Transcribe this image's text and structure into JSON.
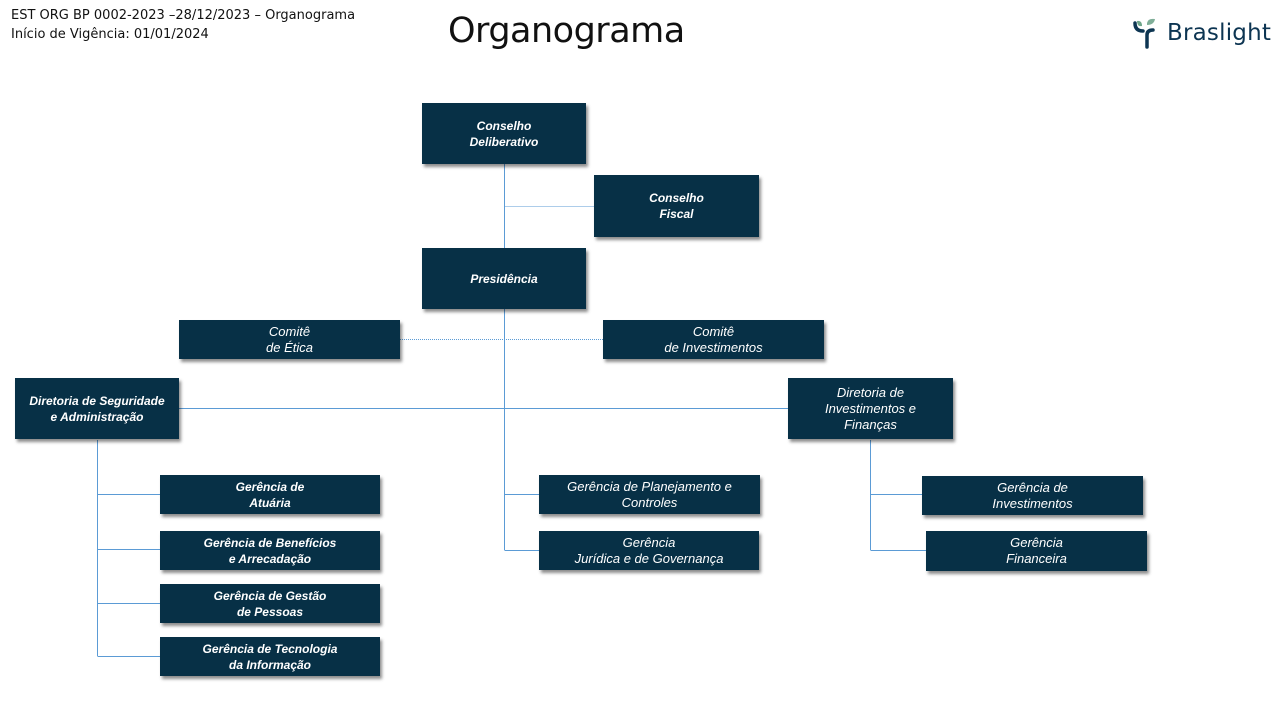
{
  "header": {
    "doc_line": "EST ORG BP 0002-2023 –28/12/2023 – Organograma",
    "validity_line": "Início de Vigência: 01/01/2024",
    "title": "Organograma"
  },
  "logo": {
    "icon": "braslight-leaf-icon",
    "text": "Braslight"
  },
  "colors": {
    "box_fill": "#073046",
    "box_text": "#ffffff",
    "connector": "#5b9bd5"
  },
  "org": {
    "conselho_deliberativo": "Conselho\nDeliberativo",
    "conselho_fiscal": "Conselho\nFiscal",
    "presidencia": "Presidência",
    "comite_etica": "Comitê\nde Ética",
    "comite_investimentos": "Comitê\nde Investimentos",
    "diretoria_seguridade": "Diretoria de Seguridade\ne Administração",
    "diretoria_investimentos": "Diretoria de\nInvestimentos e\nFinanças",
    "ger_atuaria": "Gerência de\nAtuária",
    "ger_beneficios": "Gerência de Benefícios\ne Arrecadação",
    "ger_pessoas": "Gerência de Gestão\nde Pessoas",
    "ger_ti": "Gerência de Tecnologia\nda Informação",
    "ger_planejamento": "Gerência de Planejamento e\nControles",
    "ger_juridica": "Gerência\nJurídica e de Governança",
    "ger_investimentos": "Gerência de\nInvestimentos",
    "ger_financeira": "Gerência\nFinanceira"
  }
}
